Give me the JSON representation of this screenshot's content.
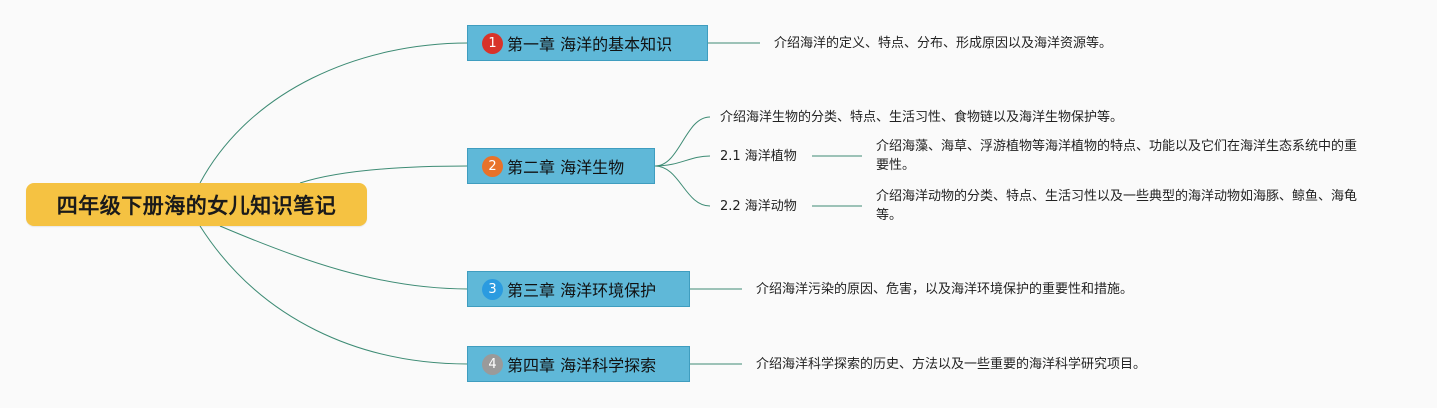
{
  "root": {
    "title": "四年级下册海的女儿知识笔记",
    "color": "#f5c242"
  },
  "chapters": [
    {
      "badge": "1",
      "badge_color": "#d8332a",
      "title": "第一章 海洋的基本知识",
      "note": "介绍海洋的定义、特点、分布、形成原因以及海洋资源等。"
    },
    {
      "badge": "2",
      "badge_color": "#e8722a",
      "title": "第二章 海洋生物",
      "note": "介绍海洋生物的分类、特点、生活习性、食物链以及海洋生物保护等。",
      "subsections": [
        {
          "label": "2.1 海洋植物",
          "note": "介绍海藻、海草、浮游植物等海洋植物的特点、功能以及它们在海洋生态系统中的重要性。"
        },
        {
          "label": "2.2 海洋动物",
          "note": "介绍海洋动物的分类、特点、生活习性以及一些典型的海洋动物如海豚、鲸鱼、海龟等。"
        }
      ]
    },
    {
      "badge": "3",
      "badge_color": "#2b9be0",
      "title": "第三章 海洋环境保护",
      "note": "介绍海洋污染的原因、危害，以及海洋环境保护的重要性和措施。"
    },
    {
      "badge": "4",
      "badge_color": "#9a9a9a",
      "title": "第四章 海洋科学探索",
      "note": "介绍海洋科学探索的历史、方法以及一些重要的海洋科学研究项目。"
    }
  ],
  "colors": {
    "chapter_fill": "#5fb8d8",
    "link_line": "#3d8b74"
  }
}
